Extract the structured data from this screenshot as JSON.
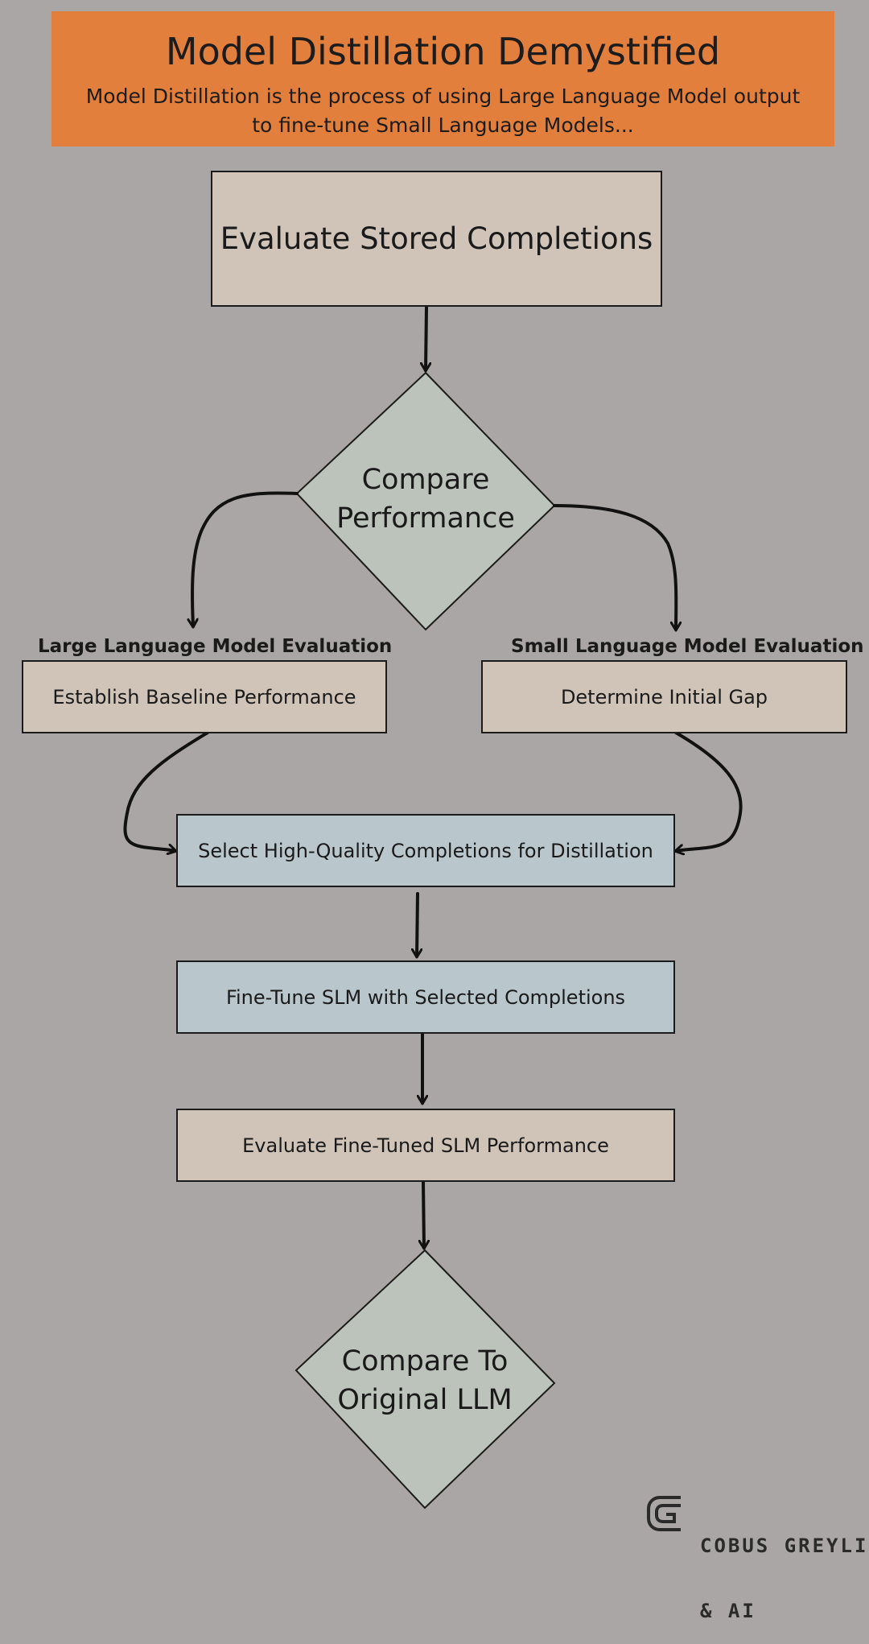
{
  "header": {
    "title": "Model Distillation Demystified",
    "subtitle": "Model Distillation is the process of using Large Language Model output to fine-tune Small Language Models..."
  },
  "nodes": {
    "evaluate_stored": "Evaluate Stored Completions",
    "compare_performance": [
      "Compare",
      "Performance"
    ],
    "llm_section": "Large Language Model Evaluation",
    "slm_section": "Small Language Model Evaluation",
    "baseline": "Establish Baseline Performance",
    "initial_gap": "Determine Initial Gap",
    "select_completions": "Select High-Quality Completions for Distillation",
    "fine_tune": "Fine-Tune SLM with Selected Completions",
    "evaluate_fine_tuned": "Evaluate Fine-Tuned SLM Performance",
    "compare_original": [
      "Compare To",
      "Original LLM"
    ]
  },
  "brand": {
    "line1": "COBUS GREYLING",
    "line2": "& AI"
  },
  "colors": {
    "background": "#aaa6a6",
    "header": "#e37f3c",
    "box_tan": "#d0c4b9",
    "box_blue": "#b9c6cc",
    "diamond": "#bcc3ba"
  }
}
